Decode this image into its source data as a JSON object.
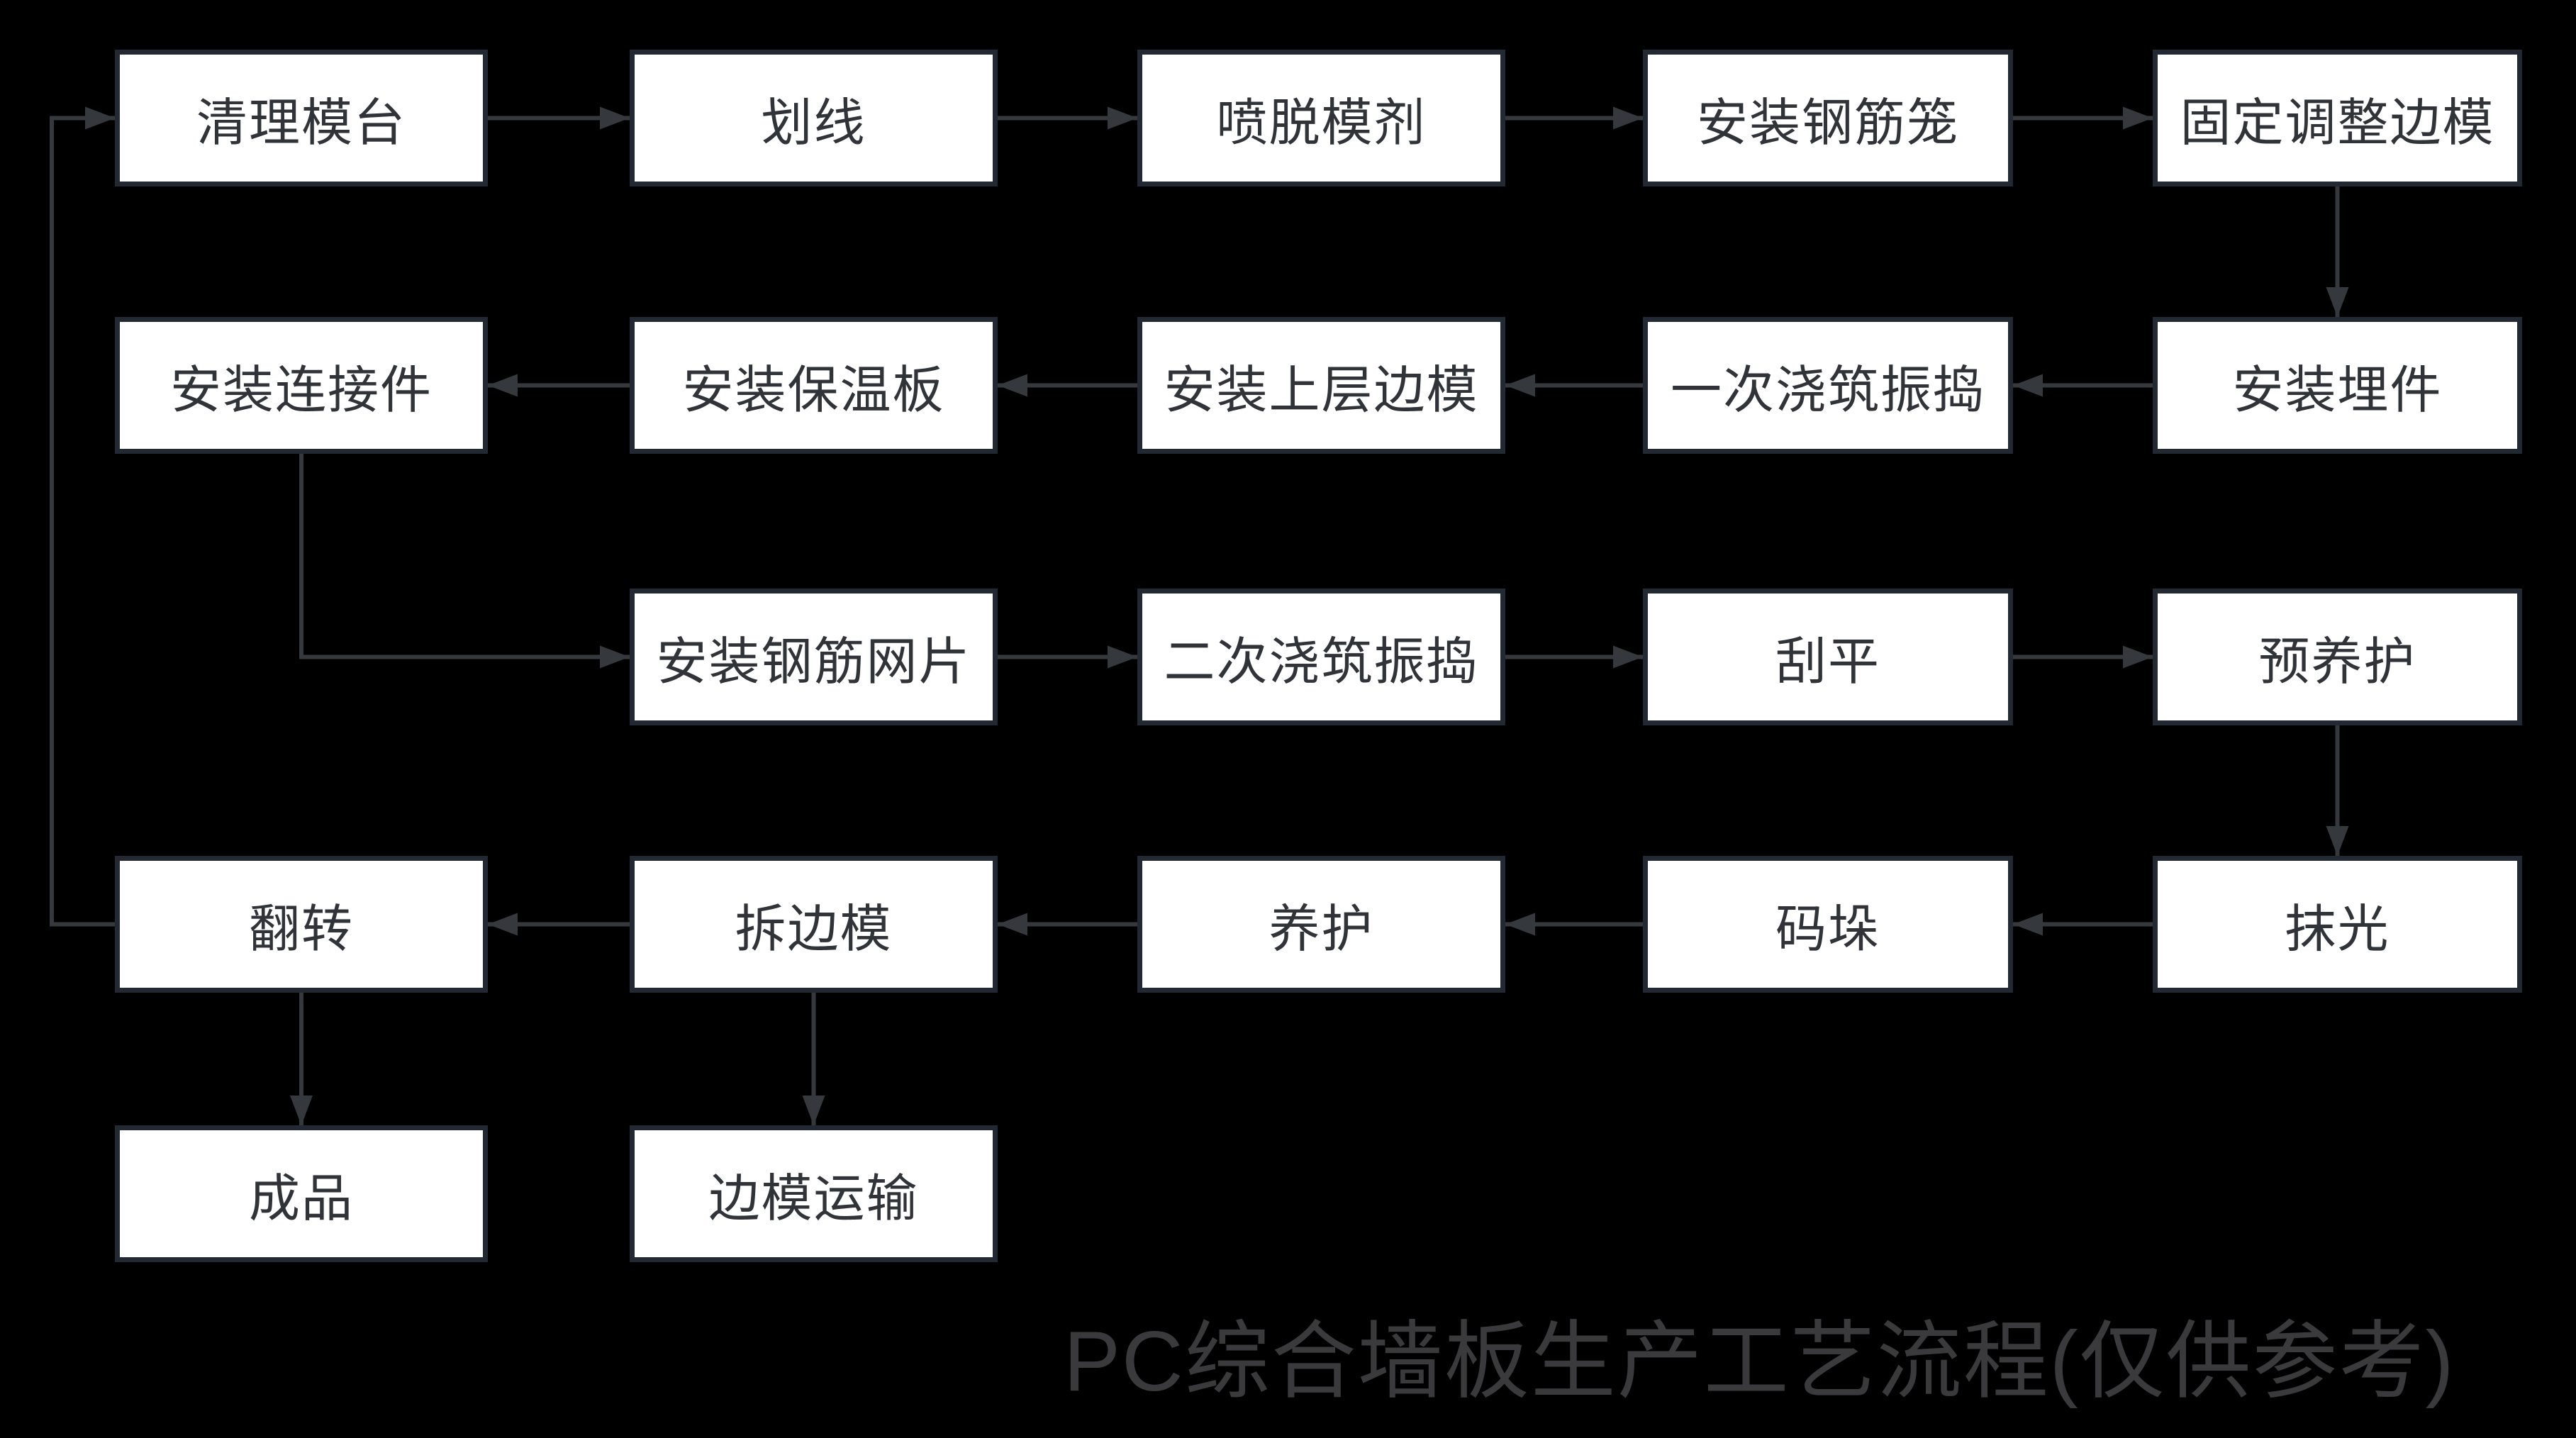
{
  "title": "PC综合墙板生产工艺流程(仅供参考)",
  "colors": {
    "background": "#000000",
    "box_fill": "#ffffff",
    "box_border": "#222933",
    "box_text": "#303338",
    "arrow": "#35383d",
    "title_text": "#3a3a3c"
  },
  "nodes": [
    {
      "id": "clean-mold-table",
      "label": "清理模台"
    },
    {
      "id": "marking",
      "label": "划线"
    },
    {
      "id": "spray-release-agent",
      "label": "喷脱模剂"
    },
    {
      "id": "install-rebar-cage",
      "label": "安装钢筋笼"
    },
    {
      "id": "fix-adjust-side-mold",
      "label": "固定调整边模"
    },
    {
      "id": "install-connectors",
      "label": "安装连接件"
    },
    {
      "id": "install-insulation-board",
      "label": "安装保温板"
    },
    {
      "id": "install-upper-side-mold",
      "label": "安装上层边模"
    },
    {
      "id": "first-pour-vibrate",
      "label": "一次浇筑振捣"
    },
    {
      "id": "install-embedded-parts",
      "label": "安装埋件"
    },
    {
      "id": "install-rebar-mesh",
      "label": "安装钢筋网片"
    },
    {
      "id": "second-pour-vibrate",
      "label": "二次浇筑振捣"
    },
    {
      "id": "screeding",
      "label": "刮平"
    },
    {
      "id": "pre-curing",
      "label": "预养护"
    },
    {
      "id": "flip",
      "label": "翻转"
    },
    {
      "id": "remove-side-mold",
      "label": "拆边模"
    },
    {
      "id": "curing",
      "label": "养护"
    },
    {
      "id": "stacking",
      "label": "码垛"
    },
    {
      "id": "troweling",
      "label": "抹光"
    },
    {
      "id": "finished-product",
      "label": "成品"
    },
    {
      "id": "side-mold-transport",
      "label": "边模运输"
    }
  ],
  "edges": [
    {
      "from": "clean-mold-table",
      "to": "marking",
      "route": "h"
    },
    {
      "from": "marking",
      "to": "spray-release-agent",
      "route": "h"
    },
    {
      "from": "spray-release-agent",
      "to": "install-rebar-cage",
      "route": "h"
    },
    {
      "from": "install-rebar-cage",
      "to": "fix-adjust-side-mold",
      "route": "h"
    },
    {
      "from": "fix-adjust-side-mold",
      "to": "install-embedded-parts",
      "route": "v"
    },
    {
      "from": "install-embedded-parts",
      "to": "first-pour-vibrate",
      "route": "h"
    },
    {
      "from": "first-pour-vibrate",
      "to": "install-upper-side-mold",
      "route": "h"
    },
    {
      "from": "install-upper-side-mold",
      "to": "install-insulation-board",
      "route": "h"
    },
    {
      "from": "install-insulation-board",
      "to": "install-connectors",
      "route": "h"
    },
    {
      "from": "install-connectors",
      "to": "install-rebar-mesh",
      "route": "elbow"
    },
    {
      "from": "install-rebar-mesh",
      "to": "second-pour-vibrate",
      "route": "h"
    },
    {
      "from": "second-pour-vibrate",
      "to": "screeding",
      "route": "h"
    },
    {
      "from": "screeding",
      "to": "pre-curing",
      "route": "h"
    },
    {
      "from": "pre-curing",
      "to": "troweling",
      "route": "v"
    },
    {
      "from": "troweling",
      "to": "stacking",
      "route": "h"
    },
    {
      "from": "stacking",
      "to": "curing",
      "route": "h"
    },
    {
      "from": "curing",
      "to": "remove-side-mold",
      "route": "h"
    },
    {
      "from": "remove-side-mold",
      "to": "flip",
      "route": "h"
    },
    {
      "from": "flip",
      "to": "clean-mold-table",
      "route": "loop"
    },
    {
      "from": "flip",
      "to": "finished-product",
      "route": "v"
    },
    {
      "from": "remove-side-mold",
      "to": "side-mold-transport",
      "route": "v"
    }
  ]
}
